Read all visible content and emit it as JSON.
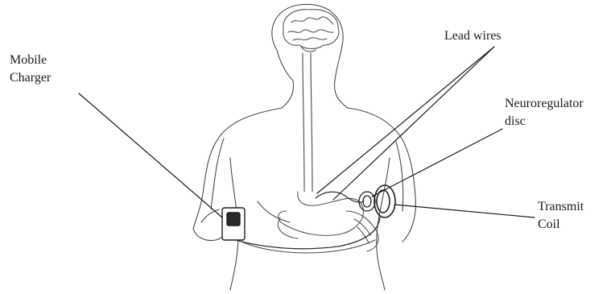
{
  "labels": {
    "mobile_charger": [
      "Mobile",
      "Charger"
    ],
    "lead_wires": "Lead wires",
    "neuroregulator_disc": [
      "Neuroregulator",
      "disc"
    ],
    "transmit_coil": [
      "Transmit",
      "Coil"
    ]
  },
  "icons": {
    "figure": "human-torso-outline-icon",
    "brain": "brain-icon",
    "stomach": "stomach-icon",
    "charger": "mobile-charger-icon",
    "disc": "neuroregulator-disc-icon",
    "coil": "transmit-coil-icon"
  },
  "colors": {
    "outline": "#3c3c3c",
    "pointer_line": "#1a1a1a",
    "text": "#1a1a1a",
    "background": "#ffffff"
  }
}
